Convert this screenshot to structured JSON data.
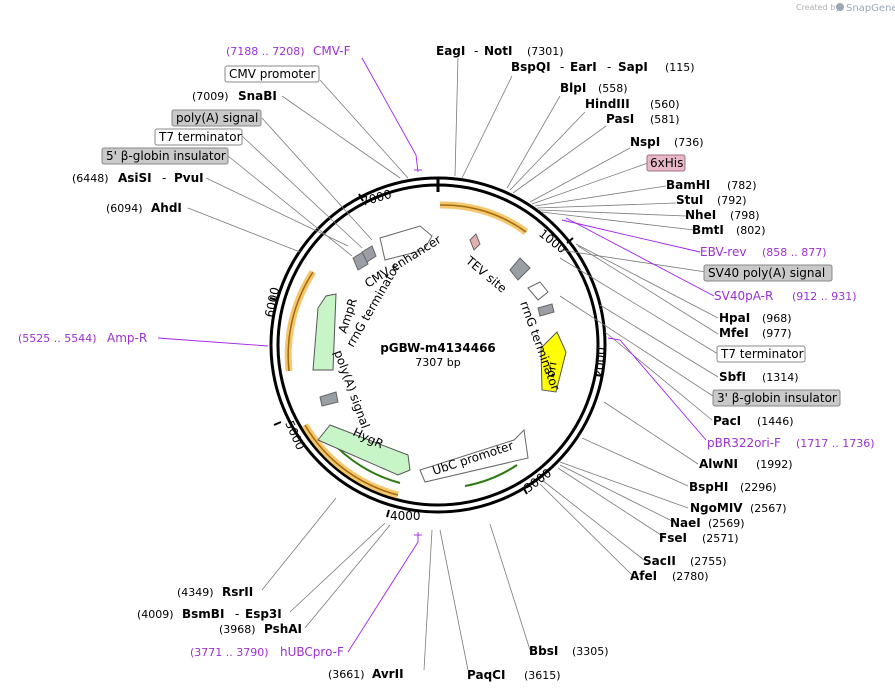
{
  "brand": {
    "created_by": "Created by",
    "name": "SnapGene"
  },
  "plasmid": {
    "name": "pGBW-m4134466",
    "size": "7307 bp"
  },
  "ticks": [
    "1000",
    "2000",
    "3000",
    "4000",
    "5000",
    "6000",
    "7000"
  ],
  "inner_features": {
    "tev": "TEV site",
    "rrng1": "rrnG terminator",
    "ori": "ori",
    "ubc": "UbC promoter",
    "hygr": "HygR",
    "polya": "poly(A) signal",
    "rrng2": "rrnG terminator",
    "ampr": "AmpR",
    "cmv": "CMV enhancer"
  },
  "labels": {
    "cmvf_pos": "(7188 .. 7208)",
    "cmvf_name": "CMV-F",
    "cmv_promoter": "CMV promoter",
    "snabi_pos": "(7009)",
    "snabi": "SnaBI",
    "polya_signal": "poly(A) signal",
    "t7_term": "T7 terminator",
    "bglobin5": "5' β-globin insulator",
    "asisi_pos": "(6448)",
    "asisi": "AsiSI",
    "pvui": "PvuI",
    "ahdi_pos": "(6094)",
    "ahdi": "AhdI",
    "ampr_pos": "(5525 .. 5544)",
    "ampr_name": "Amp-R",
    "eagi": "EagI",
    "noti": "NotI",
    "noti_pos": "(7301)",
    "bspqi": "BspQI",
    "eari": "EarI",
    "sapi": "SapI",
    "sapi_pos": "(115)",
    "blpi": "BlpI",
    "blpi_pos": "(558)",
    "hindiii": "HindIII",
    "hindiii_pos": "(560)",
    "pasi": "PasI",
    "pasi_pos": "(581)",
    "nspi": "NspI",
    "nspi_pos": "(736)",
    "his": "6xHis",
    "bamhi": "BamHI",
    "bamhi_pos": "(782)",
    "stui": "StuI",
    "stui_pos": "(792)",
    "nhei": "NheI",
    "nhei_pos": "(798)",
    "bmti": "BmtI",
    "bmti_pos": "(802)",
    "ebv_name": "EBV-rev",
    "ebv_pos": "(858 .. 877)",
    "sv40_polya": "SV40 poly(A) signal",
    "sv40_name": "SV40pA-R",
    "sv40_pos": "(912 .. 931)",
    "hpai": "HpaI",
    "hpai_pos": "(968)",
    "mfei": "MfeI",
    "mfei_pos": "(977)",
    "t7_term2": "T7 terminator",
    "sbfi": "SbfI",
    "sbfi_pos": "(1314)",
    "bglobin3": "3' β-globin insulator",
    "paci": "PacI",
    "paci_pos": "(1446)",
    "pbr_name": "pBR322ori-F",
    "pbr_pos": "(1717 .. 1736)",
    "alwni": "AlwNI",
    "alwni_pos": "(1992)",
    "bsphi": "BspHI",
    "bsphi_pos": "(2296)",
    "ngomiv": "NgoMIV",
    "ngomiv_pos": "(2567)",
    "naei": "NaeI",
    "naei_pos": "(2569)",
    "fsei": "FseI",
    "fsei_pos": "(2571)",
    "sacii": "SacII",
    "sacii_pos": "(2755)",
    "afei": "AfeI",
    "afei_pos": "(2780)",
    "bbsi": "BbsI",
    "bbsi_pos": "(3305)",
    "paqci": "PaqCI",
    "paqci_pos": "(3615)",
    "avrii_pos": "(3661)",
    "avrii": "AvrII",
    "hubc_pos": "(3771 .. 3790)",
    "hubc_name": "hUBCpro-F",
    "pshai_pos": "(3968)",
    "pshai": "PshAI",
    "bsmbi_pos": "(4009)",
    "bsmbi": "BsmBI",
    "esp3i": "Esp3I",
    "rsrii_pos": "(4349)",
    "rsrii": "RsrII"
  },
  "colors": {
    "primer": "#9b30d0",
    "orf_orange": "#f5c66c",
    "feature_green": "#c8f5c8",
    "ori_yellow": "#ffff00"
  }
}
